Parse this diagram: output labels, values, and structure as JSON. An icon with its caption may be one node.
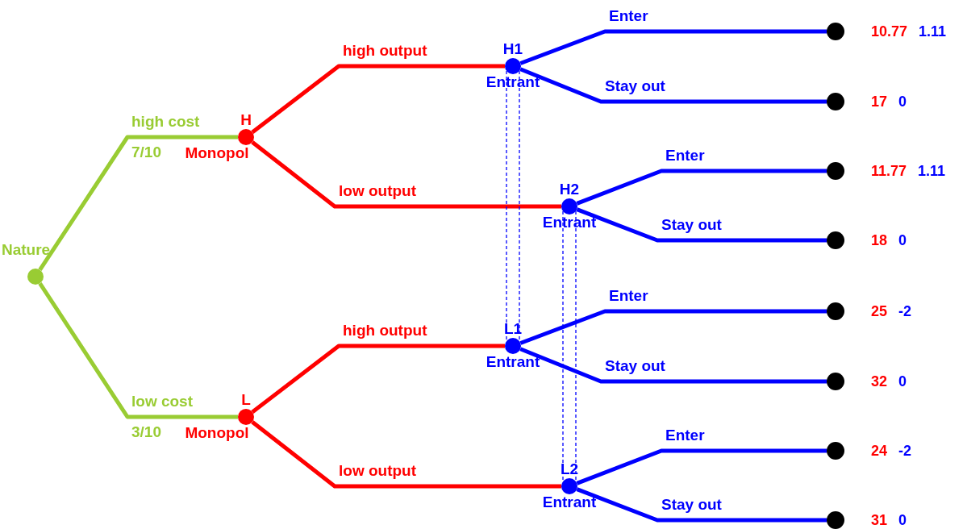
{
  "diagram": {
    "nodes": [
      {
        "text": [],
        "shape": "circle",
        "beside": [
          "Nature"
        ]
      },
      {
        "text": [],
        "shape": "circle",
        "beside": [
          "H",
          "Monopol"
        ]
      },
      {
        "text": [],
        "shape": "circle",
        "beside": [
          "L",
          "Monopol"
        ]
      },
      {
        "text": [],
        "shape": "circle",
        "beside": [
          "H1",
          "Entrant"
        ]
      },
      {
        "text": [],
        "shape": "circle",
        "beside": [
          "H2",
          "Entrant"
        ]
      },
      {
        "text": [],
        "shape": "circle",
        "beside": [
          "L1",
          "Entrant"
        ]
      },
      {
        "text": [],
        "shape": "circle",
        "beside": [
          "L2",
          "Entrant"
        ]
      },
      {
        "text": [],
        "shape": "circle",
        "beside": [
          "10.77",
          "1.11"
        ]
      },
      {
        "text": [],
        "shape": "circle",
        "beside": [
          "17",
          "0"
        ]
      },
      {
        "text": [],
        "shape": "circle",
        "beside": [
          "11.77",
          "1.11"
        ]
      },
      {
        "text": [],
        "shape": "circle",
        "beside": [
          "18",
          "0"
        ]
      },
      {
        "text": [],
        "shape": "circle",
        "beside": [
          "25",
          "-2"
        ]
      },
      {
        "text": [],
        "shape": "circle",
        "beside": [
          "32",
          "0"
        ]
      },
      {
        "text": [],
        "shape": "circle",
        "beside": [
          "24",
          "-2"
        ]
      },
      {
        "text": [],
        "shape": "circle",
        "beside": [
          "31",
          "0"
        ]
      }
    ],
    "edges": [
      {
        "from": 0,
        "to": 1,
        "arrow": "none",
        "label": "high cost",
        "color": "#99cc33"
      },
      {
        "from": 0,
        "to": 2,
        "arrow": "none",
        "label": "low cost",
        "color": "#99cc33"
      },
      {
        "from": 1,
        "to": 3,
        "arrow": "none",
        "label": "high output",
        "color": "#ff0000"
      },
      {
        "from": 1,
        "to": 4,
        "arrow": "none",
        "label": "low output",
        "color": "#ff0000"
      },
      {
        "from": 2,
        "to": 5,
        "arrow": "none",
        "label": "high output",
        "color": "#ff0000"
      },
      {
        "from": 2,
        "to": 6,
        "arrow": "none",
        "label": "low output",
        "color": "#ff0000"
      },
      {
        "from": 3,
        "to": 7,
        "arrow": "none",
        "label": "Enter"
      },
      {
        "from": 3,
        "to": 8,
        "arrow": "none",
        "label": "Stay out"
      },
      {
        "from": 4,
        "to": 9,
        "arrow": "none",
        "label": "Enter"
      },
      {
        "from": 4,
        "to": 10,
        "arrow": "none",
        "label": "Stay out"
      },
      {
        "from": 5,
        "to": 11,
        "arrow": "none",
        "label": "Enter"
      },
      {
        "from": 5,
        "to": 12,
        "arrow": "none",
        "label": "Stay out"
      },
      {
        "from": 6,
        "to": 13,
        "arrow": "none",
        "label": "Enter"
      },
      {
        "from": 6,
        "to": 14,
        "arrow": "none",
        "label": "Stay out"
      },
      {
        "from": 3,
        "to": 5,
        "arrow": "none",
        "style": "dashed"
      },
      {
        "from": 4,
        "to": 6,
        "arrow": "none",
        "style": "dashed"
      }
    ],
    "labels": [
      "7/10",
      "3/10"
    ]
  }
}
